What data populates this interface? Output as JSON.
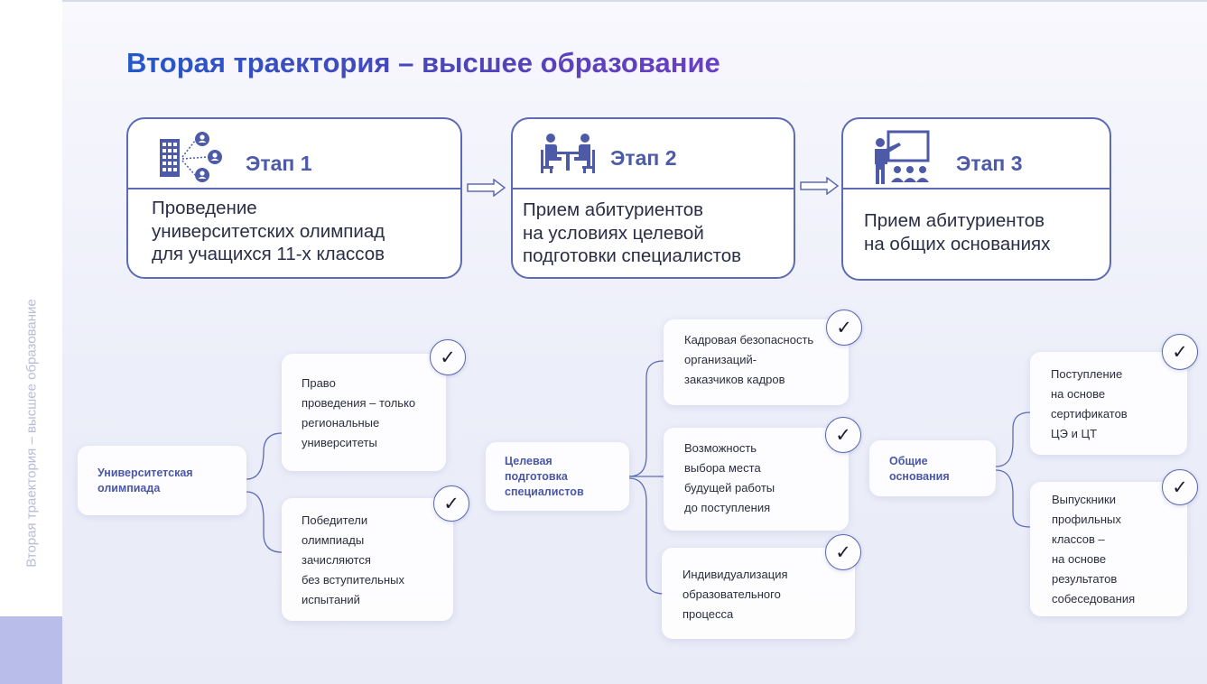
{
  "slide": {
    "title": "Вторая траектория – высшее образование",
    "side_caption": "Вторая траектория – высшее образование"
  },
  "stages": [
    {
      "label": "Этап 1",
      "icon": "building-people-icon",
      "text": [
        "Проведение",
        "университетских олимпиад",
        "для учащихся 11-х классов"
      ]
    },
    {
      "label": "Этап 2",
      "icon": "meeting-table-icon",
      "text": [
        "Прием абитуриентов",
        "на условиях целевой",
        "подготовки специалистов"
      ]
    },
    {
      "label": "Этап 3",
      "icon": "teacher-presentation-icon",
      "text": [
        "Прием абитуриентов",
        "на общих основаниях"
      ]
    }
  ],
  "branches": [
    {
      "hub": [
        "Университетская",
        "олимпиада"
      ],
      "cards": [
        [
          "Право",
          "проведения – только",
          "региональные",
          "университеты"
        ],
        [
          "Победители",
          "олимпиады",
          "зачисляются",
          "без вступительных",
          "испытаний"
        ]
      ]
    },
    {
      "hub": [
        "Целевая",
        "подготовка",
        "специалистов"
      ],
      "cards": [
        [
          "Кадровая безопасность",
          "организаций-",
          "заказчиков кадров"
        ],
        [
          "Возможность",
          "выбора места",
          "будущей работы",
          "до поступления"
        ],
        [
          "Индивидуализация",
          "образовательного",
          "процесса"
        ]
      ]
    },
    {
      "hub": [
        "Общие",
        "основания"
      ],
      "cards": [
        [
          "Поступление",
          "на основе",
          "сертификатов",
          "ЦЭ и ЦТ"
        ],
        [
          "Выпускники",
          "профильных",
          "классов –",
          "на основе",
          "результатов",
          "собеседования"
        ]
      ]
    }
  ],
  "check_mark": "✓",
  "colors": {
    "accent": "#5c6bb4",
    "title_start": "#2458c9",
    "title_end": "#6a3fc4",
    "hub_text": "#4a57a6",
    "side_accent": "#b8bdea"
  }
}
